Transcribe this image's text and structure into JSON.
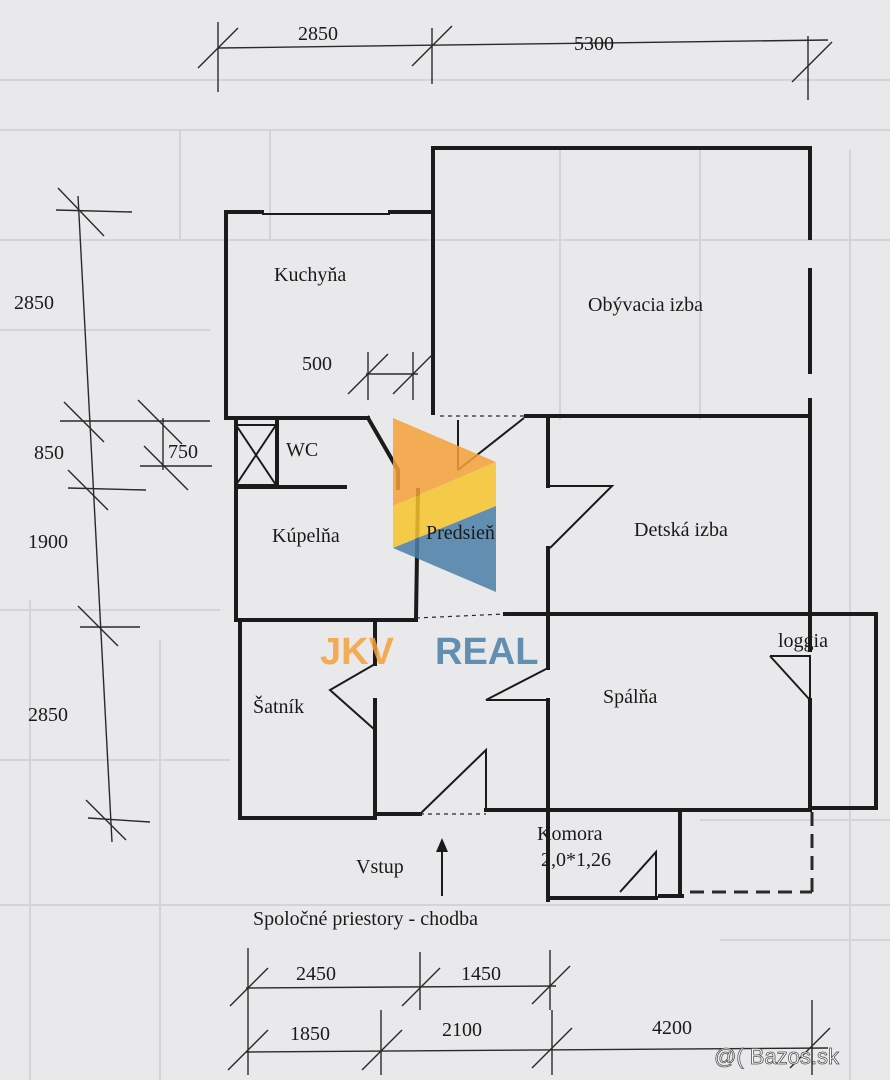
{
  "rooms": {
    "kuchyna": "Kuchyňa",
    "obyvacia": "Obývacia izba",
    "wc": "WC",
    "kupelna": "Kúpelňa",
    "predsien": "Predsieň",
    "detska": "Detská izba",
    "loggia": "loggia",
    "satnik": "Šatník",
    "spalna": "Spálňa",
    "komora": "Komora",
    "komora_size": "2,0*1,26",
    "vstup": "Vstup",
    "spolocne": "Spoločné priestory - chodba"
  },
  "dimensions": {
    "top_left": "2850",
    "top_right": "5300",
    "left_1": "2850",
    "left_2": "850",
    "left_3": "1900",
    "left_4": "2850",
    "kitchen_door": "500",
    "wc_width": "750",
    "bottom_a1": "2450",
    "bottom_a2": "1450",
    "bottom_b1": "1850",
    "bottom_b2": "2100",
    "bottom_b3": "4200"
  },
  "logo": {
    "text_jkv": "JKV",
    "text_real": "REAL",
    "color_orange": "#f5a13a",
    "color_yellow": "#f7c52c",
    "color_blue": "#4a7fa8"
  },
  "watermark": "@( Bazos.sk"
}
